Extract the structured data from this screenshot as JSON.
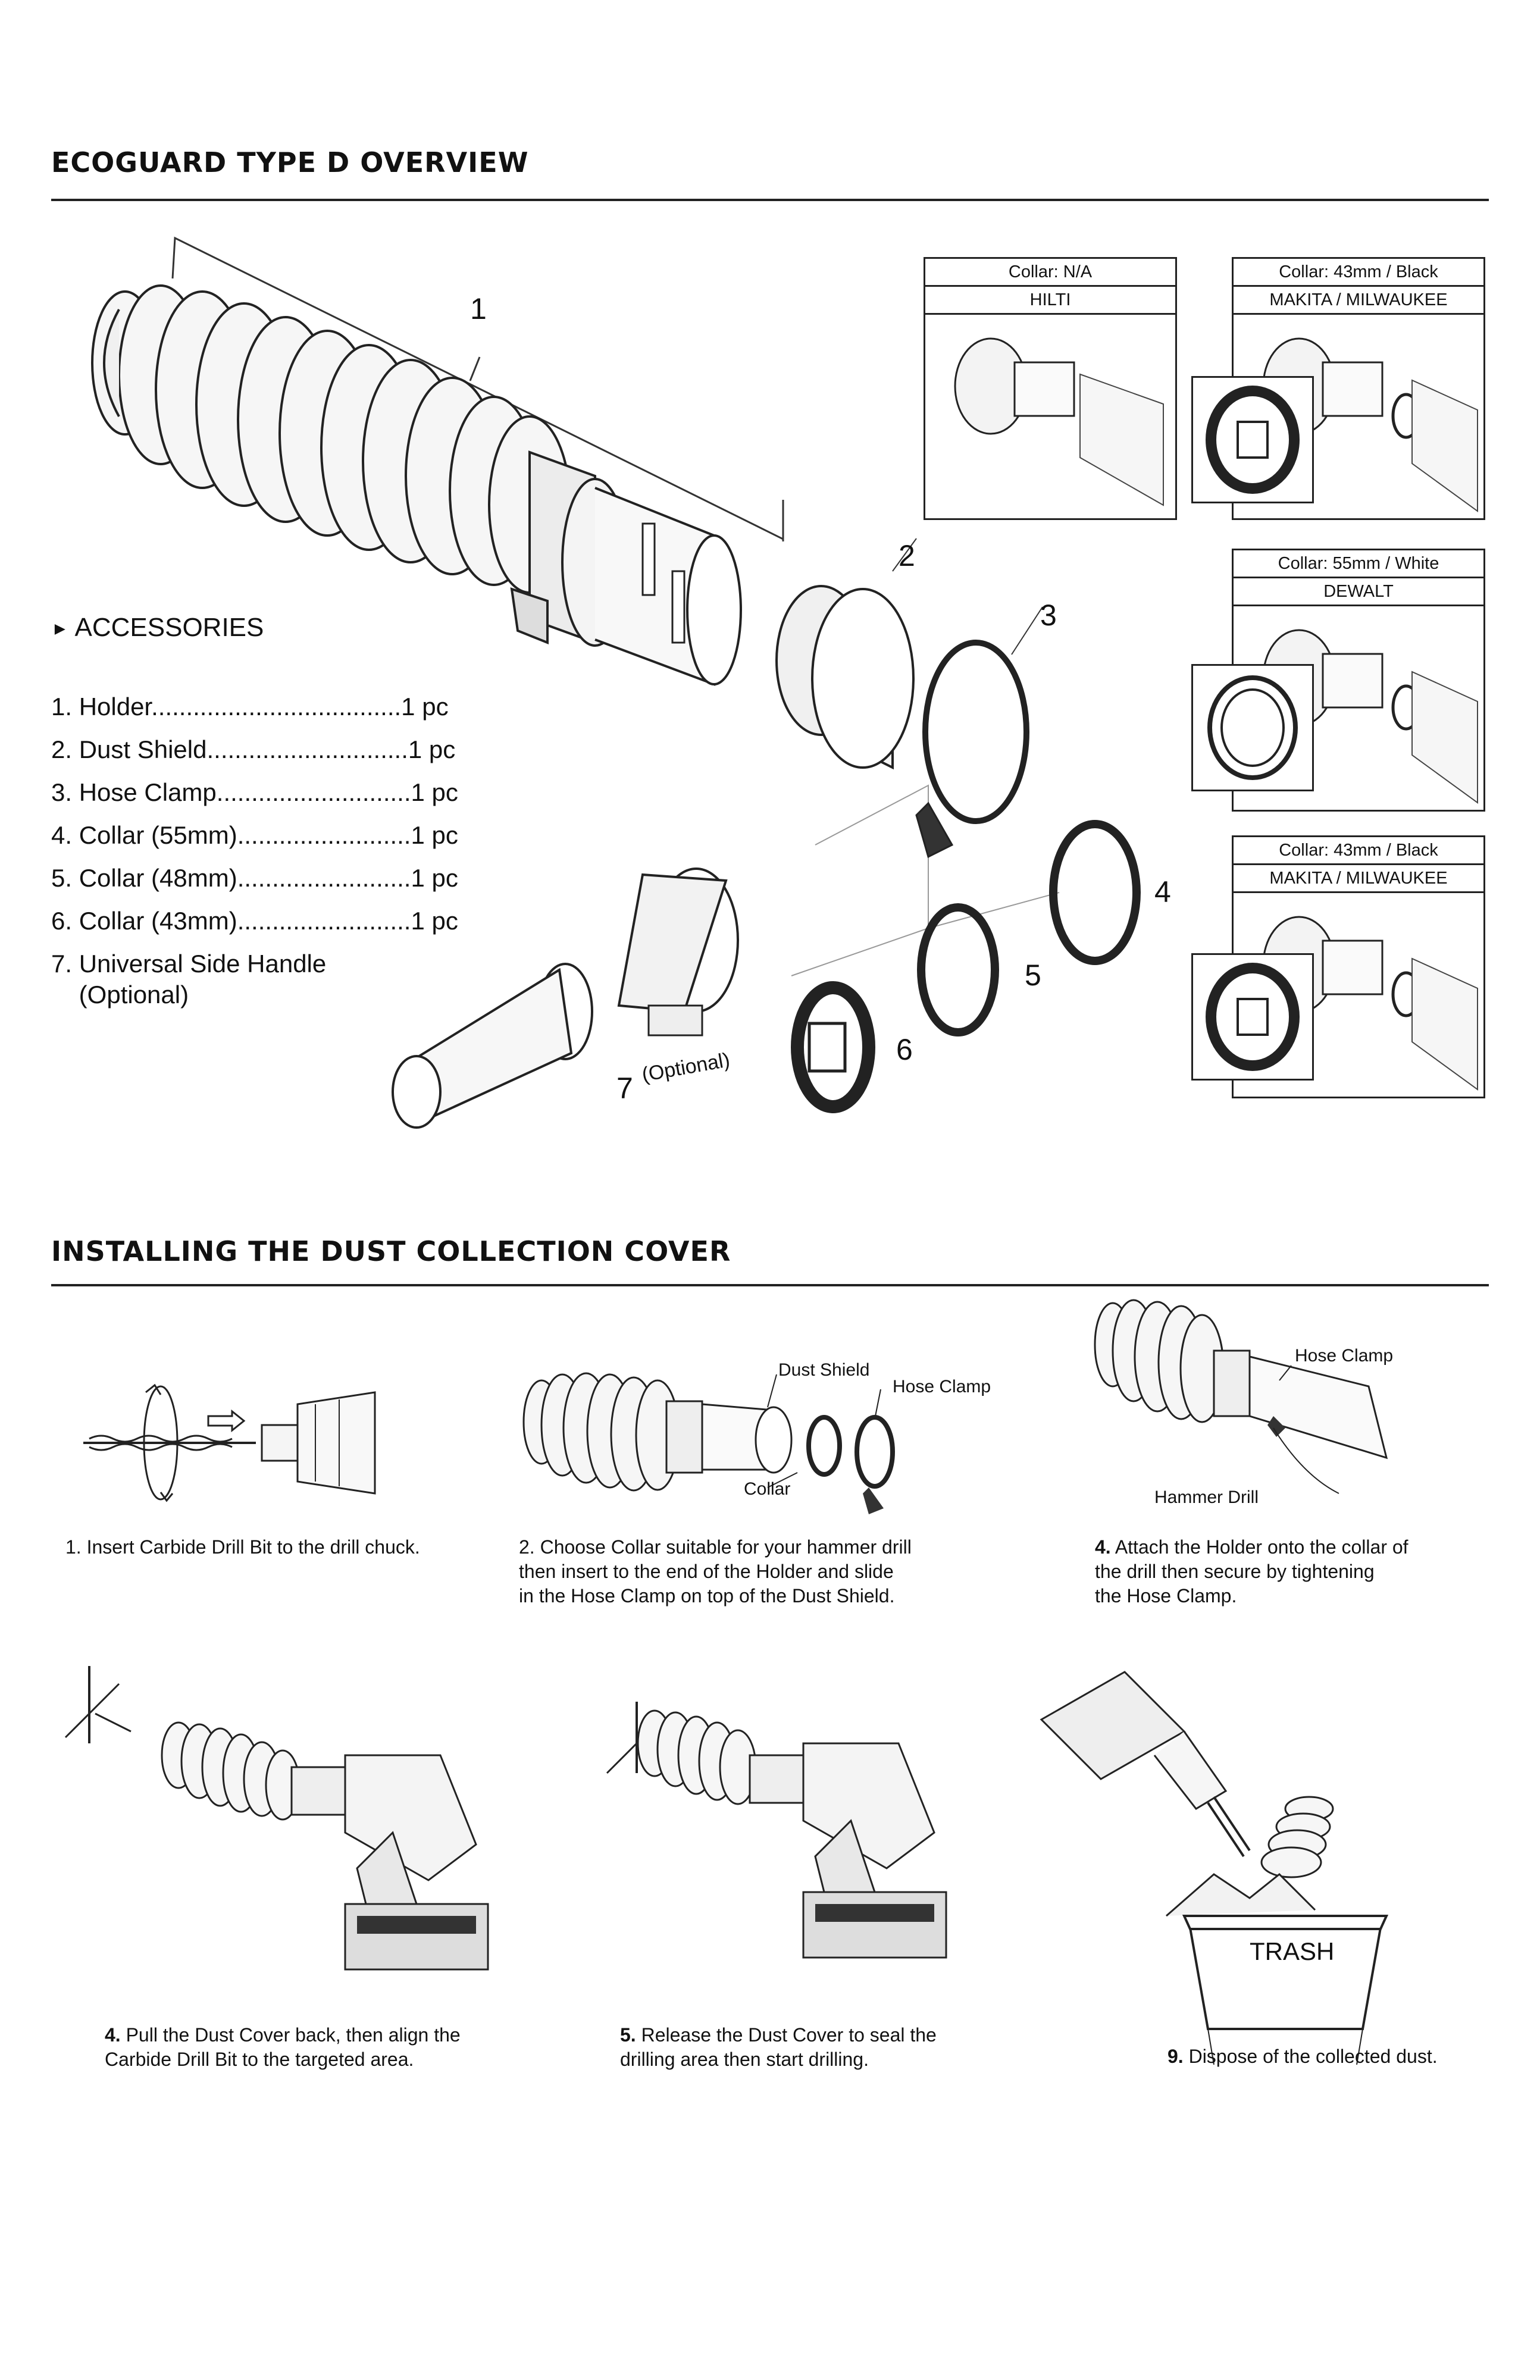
{
  "overview": {
    "heading": "ECOGUARD TYPE D OVERVIEW",
    "part_numbers": [
      "1",
      "2",
      "3",
      "4",
      "5",
      "6",
      "7"
    ],
    "optional_label": "(Optional)",
    "accessories_title": "ACCESSORIES",
    "accessories": [
      "1. Holder....................................1 pc",
      "2. Dust Shield.............................1 pc",
      "3. Hose Clamp............................1 pc",
      "4. Collar (55mm).........................1 pc",
      "5. Collar (48mm).........................1 pc",
      "6. Collar (43mm).........................1 pc",
      "7. Universal Side Handle",
      "    (Optional)"
    ],
    "collar_panels": [
      {
        "collar": "Collar: N/A",
        "brand": "HILTI"
      },
      {
        "collar": "Collar: 43mm / Black",
        "brand": "MAKITA / MILWAUKEE"
      },
      {
        "collar": "Collar: 55mm / White",
        "brand": "DEWALT"
      },
      {
        "collar": "Collar: 43mm / Black",
        "brand": "MAKITA / MILWAUKEE"
      }
    ]
  },
  "install": {
    "heading": "INSTALLING THE DUST COLLECTION COVER",
    "callouts": {
      "dust_shield": "Dust Shield",
      "hose_clamp": "Hose Clamp",
      "collar": "Collar",
      "hose_clamp_2": "Hose Clamp",
      "hammer_drill": "Hammer Drill",
      "trash": "TRASH"
    },
    "steps": [
      {
        "number": "",
        "text": "1. Insert Carbide Drill Bit to the drill chuck."
      },
      {
        "number": "",
        "text": "2. Choose Collar suitable for your hammer drill\nthen insert to the end of the Holder and slide\nin the Hose Clamp on top of the Dust Shield."
      },
      {
        "number": "4.",
        "text": " Attach the Holder onto the collar of\nthe drill then secure by tightening\nthe Hose Clamp."
      },
      {
        "number": "4.",
        "text": " Pull the Dust Cover back, then align the\nCarbide Drill Bit to the targeted area."
      },
      {
        "number": "5.",
        "text": " Release the Dust Cover to seal the\ndrilling area then start drilling."
      },
      {
        "number": "9.",
        "text": " Dispose of the collected dust."
      }
    ]
  }
}
